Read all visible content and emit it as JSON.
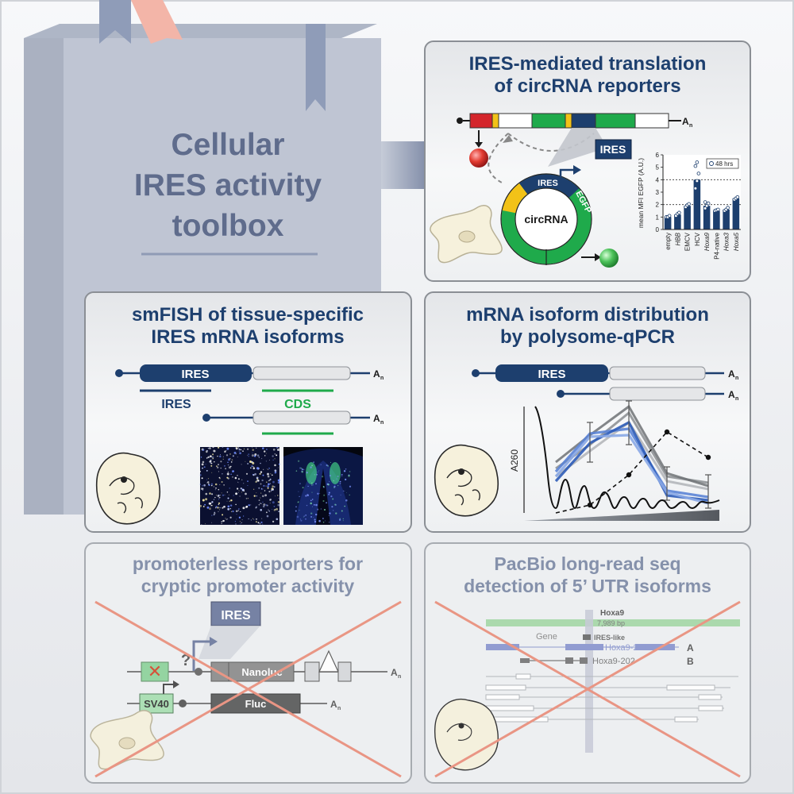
{
  "book": {
    "title_lines": [
      "Cellular",
      "IRES activity",
      "toolbox"
    ]
  },
  "panel_circ": {
    "title_lines": [
      "IRES-mediated translation",
      "of circRNA reporters"
    ],
    "ires_tag": "IRES",
    "ring_ires": "IRES",
    "ring_egfp": "EGFP",
    "ring_center": "circRNA",
    "an": "A",
    "an_sub": "n",
    "colors": {
      "red": "#d4252b",
      "yellow": "#f2c218",
      "green": "#1faa4b",
      "navy": "#1d3f6e"
    }
  },
  "chart_data": {
    "type": "bar",
    "categories": [
      "empty",
      "HBB",
      "EMCV",
      "HCV",
      "Hoxa9",
      "P4-native",
      "Hoxa3",
      "Hoxa5"
    ],
    "italic_categories": [
      "HBB",
      "Hoxa9",
      "Hoxa3",
      "Hoxa5"
    ],
    "values": [
      1.0,
      1.2,
      1.9,
      4.0,
      1.9,
      1.5,
      1.6,
      2.5
    ],
    "points": [
      [
        1.0,
        1.0,
        1.1
      ],
      [
        1.1,
        1.25,
        1.35
      ],
      [
        1.8,
        1.95,
        2.05
      ],
      [
        3.3,
        3.9,
        4.5,
        5.1,
        5.4
      ],
      [
        1.7,
        1.9,
        2.1,
        2.2
      ],
      [
        1.5,
        1.55,
        1.6
      ],
      [
        1.5,
        1.6,
        1.75
      ],
      [
        2.4,
        2.5,
        2.6
      ]
    ],
    "ylabel": "mean MFI EGFP (A.U.)",
    "ylim": [
      0,
      6
    ],
    "yticks": [
      0,
      1,
      2,
      3,
      4,
      5,
      6
    ],
    "reference_lines": [
      2,
      4
    ],
    "legend": "48 hrs",
    "bar_color": "#1d3f6e"
  },
  "panel_smfish": {
    "title_lines": [
      "smFISH of tissue-specific",
      "IRES mRNA isoforms"
    ],
    "ires_box": "IRES",
    "ires_probe": "IRES",
    "cds_probe": "CDS",
    "an": "A",
    "an_sub": "n"
  },
  "panel_polysome": {
    "title_lines": [
      "mRNA isoform distribution",
      "by polysome-qPCR"
    ],
    "ires_box": "IRES",
    "ylabel": "A260",
    "an": "A",
    "an_sub": "n"
  },
  "panel_promoterless": {
    "title_lines": [
      "promoterless reporters for",
      "cryptic promoter activity"
    ],
    "ires_box": "IRES",
    "question": "?",
    "nanoluc": "Nanoluc",
    "sv40": "SV40",
    "fluc": "Fluc",
    "an": "A",
    "an_sub": "n"
  },
  "panel_pacbio": {
    "title_lines": [
      "PacBio long-read seq",
      "detection of 5’ UTR isoforms"
    ],
    "gene_name": "Hoxa9",
    "gene_length": "7,989 bp",
    "gene_label": "Gene",
    "ires_like": "IRES-like",
    "isoform_a": "Hoxa9-201",
    "isoform_b": "Hoxa9-202",
    "mark_a": "A",
    "mark_b": "B"
  }
}
